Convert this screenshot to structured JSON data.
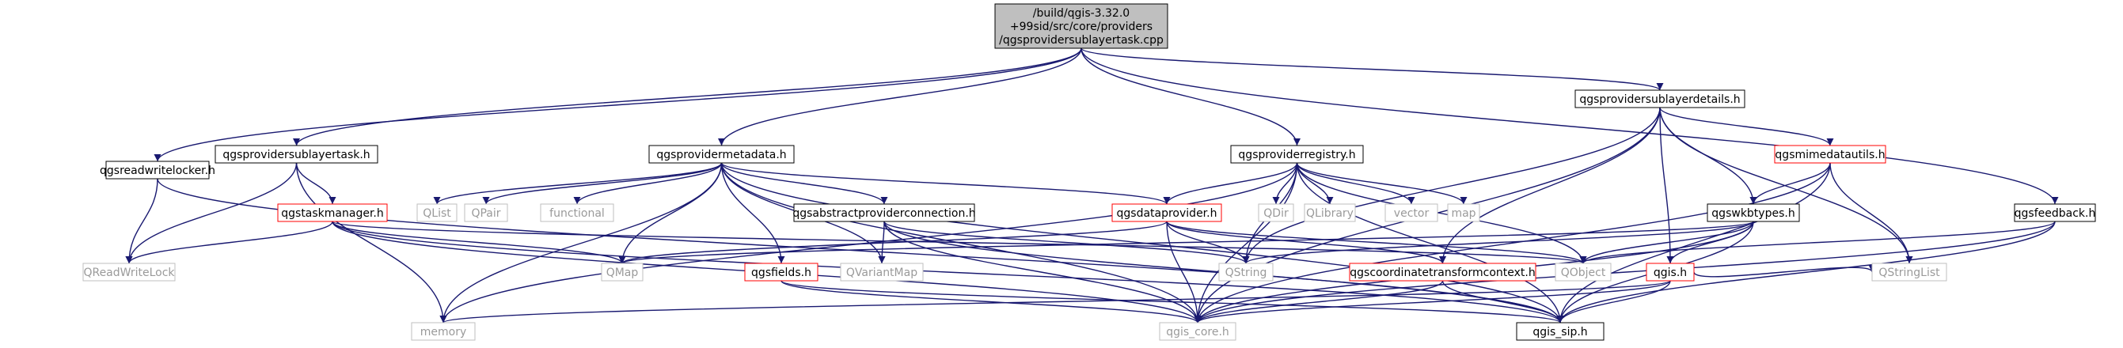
{
  "diagram": {
    "colors": {
      "edge": "#191970",
      "root_fill": "#bfbfbf",
      "root_border": "#000000",
      "node_border": "#000000",
      "missing_border": "#bfbfbf",
      "link_border": "#ff0000",
      "missing_text": "#9a9a9a"
    },
    "nodes": [
      {
        "id": "root",
        "lines": [
          "/build/qgis-3.32.0",
          "+99sid/src/core/providers",
          "/qgsprovidersublayertask.cpp"
        ],
        "style": "root"
      },
      {
        "id": "readwritelocker",
        "lines": [
          "qgsreadwritelocker.h"
        ],
        "style": "normal"
      },
      {
        "id": "sublayertask",
        "lines": [
          "qgsprovidersublayertask.h"
        ],
        "style": "normal"
      },
      {
        "id": "providermetadata",
        "lines": [
          "qgsprovidermetadata.h"
        ],
        "style": "normal"
      },
      {
        "id": "providerregistry",
        "lines": [
          "qgsproviderregistry.h"
        ],
        "style": "normal"
      },
      {
        "id": "sublayerdetails",
        "lines": [
          "qgsprovidersublayerdetails.h"
        ],
        "style": "normal"
      },
      {
        "id": "feedback",
        "lines": [
          "qgsfeedback.h"
        ],
        "style": "normal"
      },
      {
        "id": "taskmanager",
        "lines": [
          "qgstaskmanager.h"
        ],
        "style": "link"
      },
      {
        "id": "qlist",
        "lines": [
          "QList"
        ],
        "style": "missing"
      },
      {
        "id": "qpair",
        "lines": [
          "QPair"
        ],
        "style": "missing"
      },
      {
        "id": "functional",
        "lines": [
          "functional"
        ],
        "style": "missing"
      },
      {
        "id": "abstractconn",
        "lines": [
          "qgsabstractproviderconnection.h"
        ],
        "style": "normal"
      },
      {
        "id": "dataprovider",
        "lines": [
          "qgsdataprovider.h"
        ],
        "style": "link"
      },
      {
        "id": "qdir",
        "lines": [
          "QDir"
        ],
        "style": "missing"
      },
      {
        "id": "qlibrary",
        "lines": [
          "QLibrary"
        ],
        "style": "missing"
      },
      {
        "id": "vector",
        "lines": [
          "vector"
        ],
        "style": "missing"
      },
      {
        "id": "map",
        "lines": [
          "map"
        ],
        "style": "missing"
      },
      {
        "id": "mimedatautils",
        "lines": [
          "qgsmimedatautils.h"
        ],
        "style": "link"
      },
      {
        "id": "wkbtypes",
        "lines": [
          "qgswkbtypes.h"
        ],
        "style": "normal"
      },
      {
        "id": "qreadwritelock",
        "lines": [
          "QReadWriteLock"
        ],
        "style": "missing"
      },
      {
        "id": "qmap",
        "lines": [
          "QMap"
        ],
        "style": "missing"
      },
      {
        "id": "fields",
        "lines": [
          "qgsfields.h"
        ],
        "style": "link"
      },
      {
        "id": "qvariantmap",
        "lines": [
          "QVariantMap"
        ],
        "style": "missing"
      },
      {
        "id": "qstring",
        "lines": [
          "QString"
        ],
        "style": "missing"
      },
      {
        "id": "coordtransform",
        "lines": [
          "qgscoordinatetransformcontext.h"
        ],
        "style": "link"
      },
      {
        "id": "qobject",
        "lines": [
          "QObject"
        ],
        "style": "missing"
      },
      {
        "id": "qgish",
        "lines": [
          "qgis.h"
        ],
        "style": "link"
      },
      {
        "id": "qstringlist",
        "lines": [
          "QStringList"
        ],
        "style": "missing"
      },
      {
        "id": "memory",
        "lines": [
          "memory"
        ],
        "style": "missing"
      },
      {
        "id": "qgiscore",
        "lines": [
          "qgis_core.h"
        ],
        "style": "missing"
      },
      {
        "id": "qgissip",
        "lines": [
          "qgis_sip.h"
        ],
        "style": "normal"
      }
    ],
    "edges": [
      [
        "root",
        "readwritelocker"
      ],
      [
        "root",
        "sublayertask"
      ],
      [
        "root",
        "providermetadata"
      ],
      [
        "root",
        "providerregistry"
      ],
      [
        "root",
        "sublayerdetails"
      ],
      [
        "root",
        "feedback"
      ],
      [
        "readwritelocker",
        "qreadwritelock"
      ],
      [
        "readwritelocker",
        "qgissip"
      ],
      [
        "sublayertask",
        "taskmanager"
      ],
      [
        "sublayertask",
        "qreadwritelock"
      ],
      [
        "sublayertask",
        "memory"
      ],
      [
        "taskmanager",
        "qreadwritelock"
      ],
      [
        "taskmanager",
        "qmap"
      ],
      [
        "taskmanager",
        "qgiscore"
      ],
      [
        "taskmanager",
        "qgissip"
      ],
      [
        "taskmanager",
        "qobject"
      ],
      [
        "providermetadata",
        "qlist"
      ],
      [
        "providermetadata",
        "qpair"
      ],
      [
        "providermetadata",
        "functional"
      ],
      [
        "providermetadata",
        "qmap"
      ],
      [
        "providermetadata",
        "fields"
      ],
      [
        "providermetadata",
        "qvariantmap"
      ],
      [
        "providermetadata",
        "abstractconn"
      ],
      [
        "providermetadata",
        "dataprovider"
      ],
      [
        "providermetadata",
        "memory"
      ],
      [
        "providermetadata",
        "qgiscore"
      ],
      [
        "providermetadata",
        "qgissip"
      ],
      [
        "abstractconn",
        "qvariantmap"
      ],
      [
        "abstractconn",
        "qstring"
      ],
      [
        "abstractconn",
        "qgiscore"
      ],
      [
        "abstractconn",
        "qgissip"
      ],
      [
        "fields",
        "qgiscore"
      ],
      [
        "fields",
        "qgissip"
      ],
      [
        "providerregistry",
        "dataprovider"
      ],
      [
        "providerregistry",
        "qdir"
      ],
      [
        "providerregistry",
        "qlibrary"
      ],
      [
        "providerregistry",
        "vector"
      ],
      [
        "providerregistry",
        "map"
      ],
      [
        "providerregistry",
        "qstring"
      ],
      [
        "providerregistry",
        "memory"
      ],
      [
        "providerregistry",
        "qgiscore"
      ],
      [
        "providerregistry",
        "qgissip"
      ],
      [
        "providerregistry",
        "qobject"
      ],
      [
        "dataprovider",
        "qstring"
      ],
      [
        "dataprovider",
        "coordtransform"
      ],
      [
        "dataprovider",
        "qobject"
      ],
      [
        "dataprovider",
        "qgiscore"
      ],
      [
        "dataprovider",
        "qmap"
      ],
      [
        "coordtransform",
        "qgiscore"
      ],
      [
        "coordtransform",
        "qgissip"
      ],
      [
        "sublayerdetails",
        "mimedatautils"
      ],
      [
        "sublayerdetails",
        "wkbtypes"
      ],
      [
        "sublayerdetails",
        "qgish"
      ],
      [
        "sublayerdetails",
        "qstringlist"
      ],
      [
        "sublayerdetails",
        "qstring"
      ],
      [
        "sublayerdetails",
        "coordtransform"
      ],
      [
        "sublayerdetails",
        "qgiscore"
      ],
      [
        "mimedatautils",
        "wkbtypes"
      ],
      [
        "mimedatautils",
        "qstringlist"
      ],
      [
        "mimedatautils",
        "qgiscore"
      ],
      [
        "mimedatautils",
        "qgissip"
      ],
      [
        "wkbtypes",
        "qobject"
      ],
      [
        "wkbtypes",
        "qgish"
      ],
      [
        "wkbtypes",
        "qstring"
      ],
      [
        "wkbtypes",
        "qgiscore"
      ],
      [
        "wkbtypes",
        "qgissip"
      ],
      [
        "wkbtypes",
        "qmap"
      ],
      [
        "qgish",
        "memory"
      ],
      [
        "qgish",
        "qgiscore"
      ],
      [
        "qgish",
        "qgissip"
      ],
      [
        "qgish",
        "qstringlist"
      ],
      [
        "feedback",
        "qobject"
      ],
      [
        "feedback",
        "qgiscore"
      ],
      [
        "feedback",
        "qgissip"
      ]
    ]
  }
}
